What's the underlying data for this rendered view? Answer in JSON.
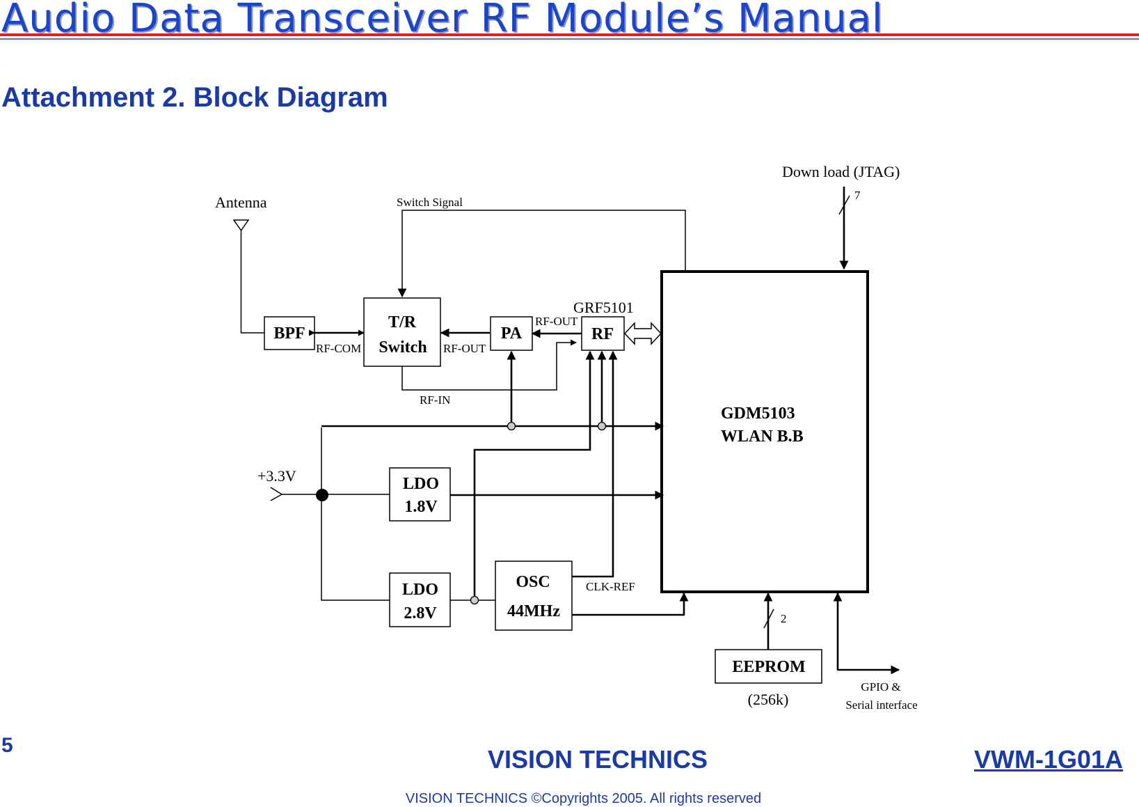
{
  "header": {
    "title": "Audio Data Transceiver RF Module’s Manual",
    "title_color": "#1a45c8",
    "rule_colors": [
      "#e02020",
      "#5a6fd0"
    ]
  },
  "section": {
    "heading": "Attachment 2. Block Diagram"
  },
  "diagram": {
    "antenna_label": "Antenna",
    "switch_signal_label": "Switch Signal",
    "download_label": "Down load (JTAG)",
    "jtag_bus_width": "7",
    "eeprom_bus_width": "2",
    "bpf": "BPF",
    "tr_switch_line1": "T/R",
    "tr_switch_line2": "Switch",
    "pa": "PA",
    "rf": "RF",
    "rf_chip": "GRF5101",
    "baseband_line1": "GDM5103",
    "baseband_line2": "WLAN B.B",
    "rf_com": "RF-COM",
    "rf_out_switch": "RF-OUT",
    "rf_out_pa": "RF-OUT",
    "rf_in": "RF-IN",
    "power_label": "+3.3V",
    "ldo1_line1": "LDO",
    "ldo1_line2": "1.8V",
    "ldo2_line1": "LDO",
    "ldo2_line2": "2.8V",
    "osc_line1": "OSC",
    "osc_line2": "44MHz",
    "clk_ref": "CLK-REF",
    "eeprom": "EEPROM",
    "eeprom_size": "(256k)",
    "gpio_line1": "GPIO &",
    "gpio_line2": "Serial interface"
  },
  "footer": {
    "page_number": "5",
    "company": "VISION TECHNICS",
    "model": "VWM-1G01A",
    "copyright": "VISION TECHNICS ©Copyrights 2005. All rights reserved",
    "text_color": "#1a3aa8"
  }
}
